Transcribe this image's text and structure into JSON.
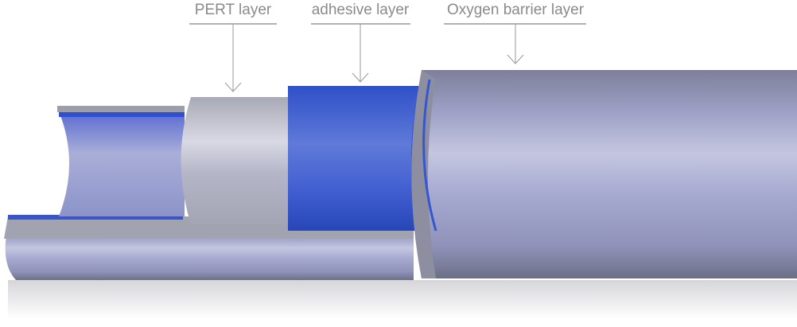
{
  "labels": {
    "pert": "PERT layer",
    "adhesive": "adhesive layer",
    "oxygen": "Oxygen barrier layer"
  },
  "colors": {
    "label": "#8a8a8a",
    "outer_pipe": "#9a9cbf",
    "adhesive": "#3556d0",
    "pert": "#c4c6d6",
    "inner": "#7e86c8"
  }
}
